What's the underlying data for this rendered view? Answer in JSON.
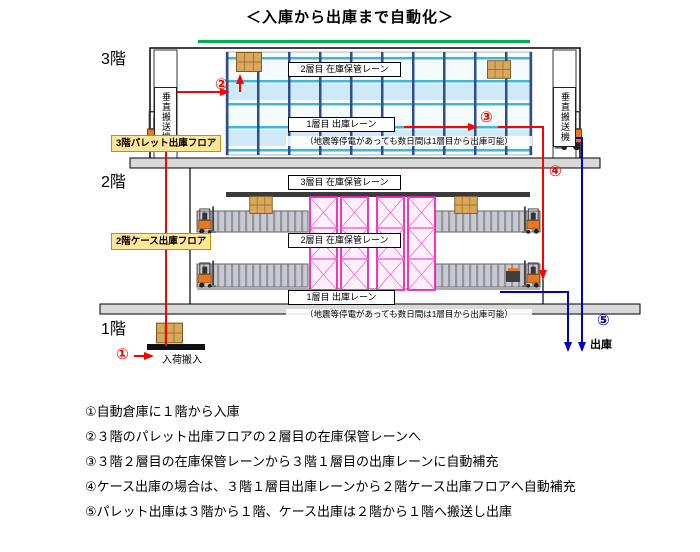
{
  "title": "＜入庫から出庫まで自動化＞",
  "floors": [
    {
      "label": "3階"
    },
    {
      "label": "2階"
    },
    {
      "label": "1階"
    }
  ],
  "conveyor_label": "垂直搬送機",
  "floor_tags": {
    "pallet": "3階パレット出庫フロア",
    "case": "2階ケース出庫フロア"
  },
  "f3": {
    "lane2": "2層目 在庫保管レーン",
    "lane1": "1層目 出庫レーン",
    "note": "（地震等停電があっても数日間は1層目から出庫可能）"
  },
  "f2": {
    "lane3": "3層目 在庫保管レーン",
    "lane2": "2層目 在庫保管レーン",
    "lane1": "1層目 出庫レーン",
    "note": "（地震等停電があっても数日間は1層目から出庫可能）"
  },
  "flow": {
    "inbound": "入荷搬入",
    "outbound": "出庫"
  },
  "markers": {
    "s1": "①",
    "s2": "②",
    "s3": "③",
    "s4": "④",
    "s5": "⑤"
  },
  "colors": {
    "route_in_red": "#FF0000",
    "route_out_blue": "#0000CC",
    "accent_green": "#00B050",
    "rack_pink": "#F020C0",
    "highlight_yellow": "#FFE699"
  },
  "steps": [
    "①自動倉庫に１階から入庫",
    "②３階のパレット出庫フロアの２層目の在庫保管レーンへ",
    "③３階２層目の在庫保管レーンから３階１層目の出庫レーンに自動補充",
    "④ケース出庫の場合は、３階１層目出庫レーンから２階ケース出庫フロアへ自動補充",
    "⑤パレット出庫は３階から１階、ケース出庫は２階から１階へ搬送し出庫"
  ]
}
